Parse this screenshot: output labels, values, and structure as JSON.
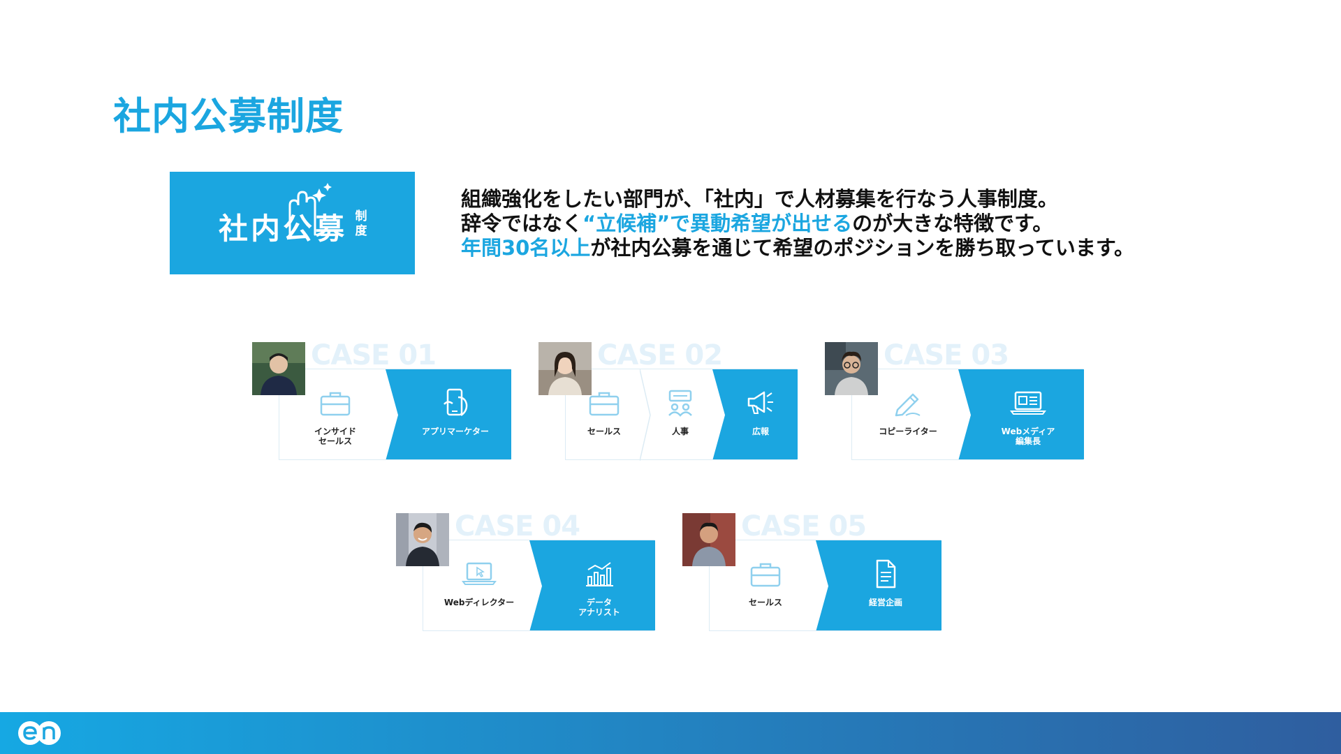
{
  "page": {
    "title": "社内公募制度"
  },
  "logo": {
    "main_text": "社内公募",
    "sub_text": "制度"
  },
  "description": {
    "line1": "組織強化をしたい部門が、「社内」で人材募集を行なう人事制度。",
    "line2_before": "辞令ではなく",
    "line2_highlight": "“立候補”で異動希望が出せる",
    "line2_after": "のが大きな特徴です。",
    "line3_highlight": "年間30名以上",
    "line3_after": "が社内公募を通じて希望のポジションを勝ち取っています。"
  },
  "cases": [
    {
      "label": "CASE 01",
      "from": [
        "インサイド\nセールス"
      ],
      "to": "アプリマーケター"
    },
    {
      "label": "CASE 02",
      "from": [
        "セールス",
        "人事"
      ],
      "to": "広報"
    },
    {
      "label": "CASE 03",
      "from": [
        "コピーライター"
      ],
      "to": "Webメディア\n編集長"
    },
    {
      "label": "CASE 04",
      "from": [
        "Webディレクター"
      ],
      "to": "データ\nアナリスト"
    },
    {
      "label": "CASE 05",
      "from": [
        "セールス"
      ],
      "to": "経営企画"
    }
  ],
  "colors": {
    "brand": "#1ba6e0",
    "case_label": "#e3f1fa",
    "footer_start": "#16a8e3",
    "footer_end": "#2f5e9f"
  },
  "icons": [
    "briefcase-icon",
    "smartphone-icon",
    "people-icon",
    "megaphone-icon",
    "pen-icon",
    "news-laptop-icon",
    "laptop-cursor-icon",
    "bar-chart-icon",
    "document-icon"
  ]
}
